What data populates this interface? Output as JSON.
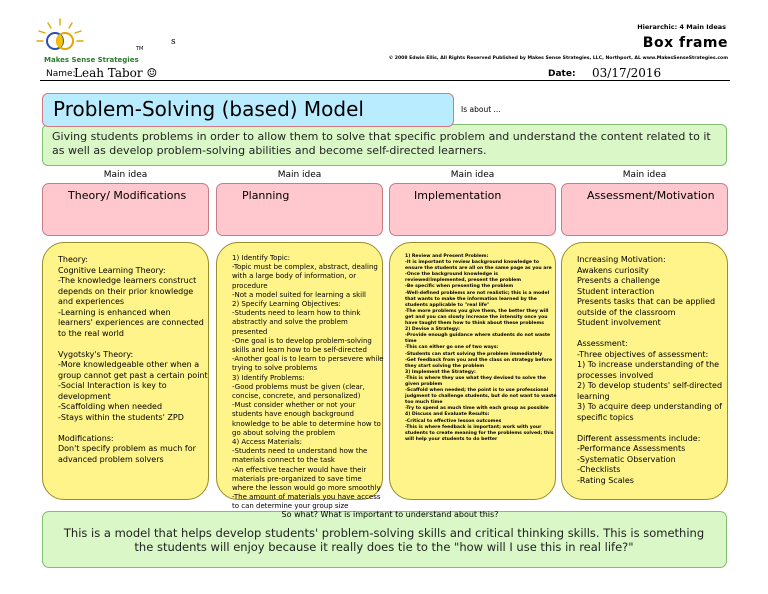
{
  "header": {
    "brand": "Makes Sense Strategies",
    "tm": "TM",
    "stray_mark": "s",
    "name_label": "Name:",
    "name_value": "Leah Tabor ☺",
    "hierarchic": "Hierarchic: 4 Main Ideas",
    "frame_title": "Box frame",
    "copyright": "© 2008 Edwin Ellis, All Rights Reserved   Published by Makes Sense Strategies, LLC, Northport, AL  www.MakesSenseStrategies.com",
    "date_label": "Date:",
    "date_value": "03/17/2016"
  },
  "topic": {
    "title": "Problem-Solving (based) Model",
    "is_about_label": "Is about ...",
    "is_about_text": "Giving students problems in order to allow them to solve that specific problem and understand the content related to it as well as develop problem-solving abilities and become self-directed learners."
  },
  "main_ideas": [
    {
      "label": "Main idea",
      "title": "Theory/ Modifications",
      "details": "Theory:\nCognitive Learning Theory:\n-The knowledge learners construct depends on their prior knowledge and experiences\n-Learning is enhanced when learners' experiences are connected to the real world\n\nVygotsky's Theory:\n-More knowledgeable other when a group cannot get past a certain point\n-Social Interaction is key to development\n-Scaffolding when needed\n-Stays within the students' ZPD\n\nModifications:\nDon't specify problem as much for advanced problem solvers"
    },
    {
      "label": "Main idea",
      "title": "Planning",
      "details": "1) Identify Topic:\n-Topic must be complex, abstract, dealing with a large body of information, or procedure\n-Not a model suited for learning a skill\n2) Specify Learning Objectives:\n-Students need to learn how to think abstractly and solve the problem presented\n-One goal is to develop problem-solving skills and learn how to be self-directed\n-Another goal is to learn to persevere while trying to solve problems\n3) Identify Problems:\n-Good problems must be given (clear, concise, concrete, and personalized)\n-Must consider whether or not your students have enough background knowledge to be able to determine how to go about solving the problem\n4) Access Materials:\n-Students need to understand how the materials connect to the task\n-An effective teacher would have their materials pre-organized to save time where the lesson would go more smoothly\n-The amount of materials you have access to can determine your group size"
    },
    {
      "label": "Main idea",
      "title": "Implementation",
      "details": "1) Review and Present Problem:\n-It is important to review background knowledge to ensure the students are all on the same page as you are\n-Once the background knowledge is reviewed/implemented, present the problem\n-Be specific when presenting the problem\n-Well-defined problems are not realistic; this is a model that wants to make the information learned by the students applicable to \"real life\"\n-The more problems you give them, the better they will get and you can slowly increase the intensity once you have taught them how to think about these problems\n2) Devise a Strategy:\n-Provide enough guidance where students do not waste time\n-This can either go one of two ways:\n   -Students can start solving the problem immediately\n   -Get feedback from you and the class on strategy before they start solving the problem\n3) Implement the Strategy:\n-This is where they use what they devised to solve the given problem\n-Scaffold when needed; the point is to use professional judgment to challenge students, but do not want to waste too much time\n-Try to spend as much time with each group as possible\n4) Discuss and Evaluate Results:\n-Critical to effective lesson outcomes\n-This is where feedback is important; work with your students to create meaning for the problems solved; this will help your students to do better"
    },
    {
      "label": "Main idea",
      "title": "Assessment/Motivation",
      "details": "Increasing Motivation:\nAwakens curiosity\nPresents a challenge\nStudent interaction\nPresents tasks that can be applied outside of the classroom\nStudent involvement\n\nAssessment:\n-Three objectives of assessment:\n1) To increase understanding of the processes involved\n2) To develop students' self-directed learning\n3) To acquire deep understanding of specific topics\n\nDifferent assessments include:\n-Performance Assessments\n-Systematic Observation\n-Checklists\n-Rating Scales"
    }
  ],
  "so_what": {
    "label": "So what? What is important to understand about this?",
    "text": "This is a model that helps develop students' problem-solving skills and critical thinking skills. This is something the students will enjoy because it really does tie to the \"how will I use this in real life?\""
  },
  "colors": {
    "topic_fill": "#b9ecff",
    "green_fill": "#d9f7c7",
    "main_idea_fill": "#ffc8cf",
    "detail_fill": "#fff48a"
  }
}
